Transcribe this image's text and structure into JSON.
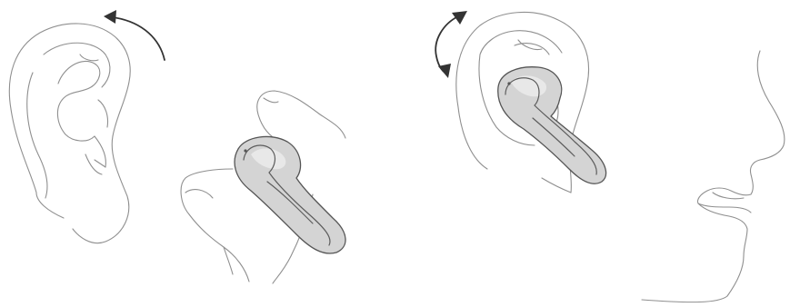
{
  "illustration": {
    "panels": [
      {
        "id": "insert",
        "icon": "ear-with-earbud-held-in-fingers",
        "rotation_arrow": "curved-arrow-counterclockwise"
      },
      {
        "id": "adjust",
        "icon": "earbud-seated-in-ear-side-profile",
        "rotation_arrow": "curved-double-arrow"
      }
    ],
    "colors": {
      "line_art": "#8f8f8f",
      "earbud_fill": "#d4d4d4",
      "earbud_outline": "#555555",
      "arrow": "#333333",
      "background": "#ffffff"
    }
  }
}
